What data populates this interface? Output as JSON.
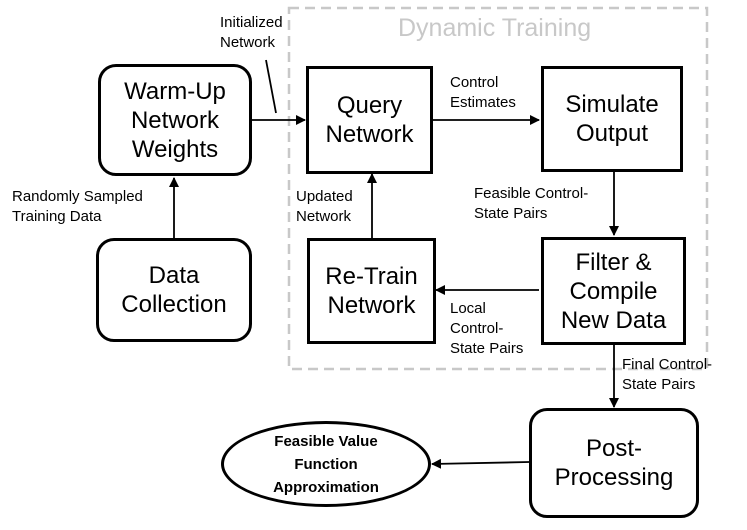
{
  "region": {
    "title": "Dynamic Training"
  },
  "nodes": {
    "warmup": "Warm-Up\nNetwork\nWeights",
    "data_collection": "Data\nCollection",
    "query": "Query\nNetwork",
    "simulate": "Simulate\nOutput",
    "retrain": "Re-Train\nNetwork",
    "filter": "Filter &\nCompile\nNew Data",
    "postprocessing": "Post-\nProcessing",
    "final": "Feasible Value\nFunction\nApproximation"
  },
  "edges": {
    "initialized_network": "Initialized\nNetwork",
    "randomly_sampled": "Randomly Sampled\nTraining Data",
    "control_estimates": "Control\nEstimates",
    "feasible_pairs": "Feasible Control-\nState Pairs",
    "updated_network": "Updated\nNetwork",
    "local_pairs": "Local\nControl-\nState Pairs",
    "final_pairs": "Final Control-\nState Pairs"
  },
  "colors": {
    "region_border": "#c8c8c8",
    "stroke": "#000000"
  }
}
